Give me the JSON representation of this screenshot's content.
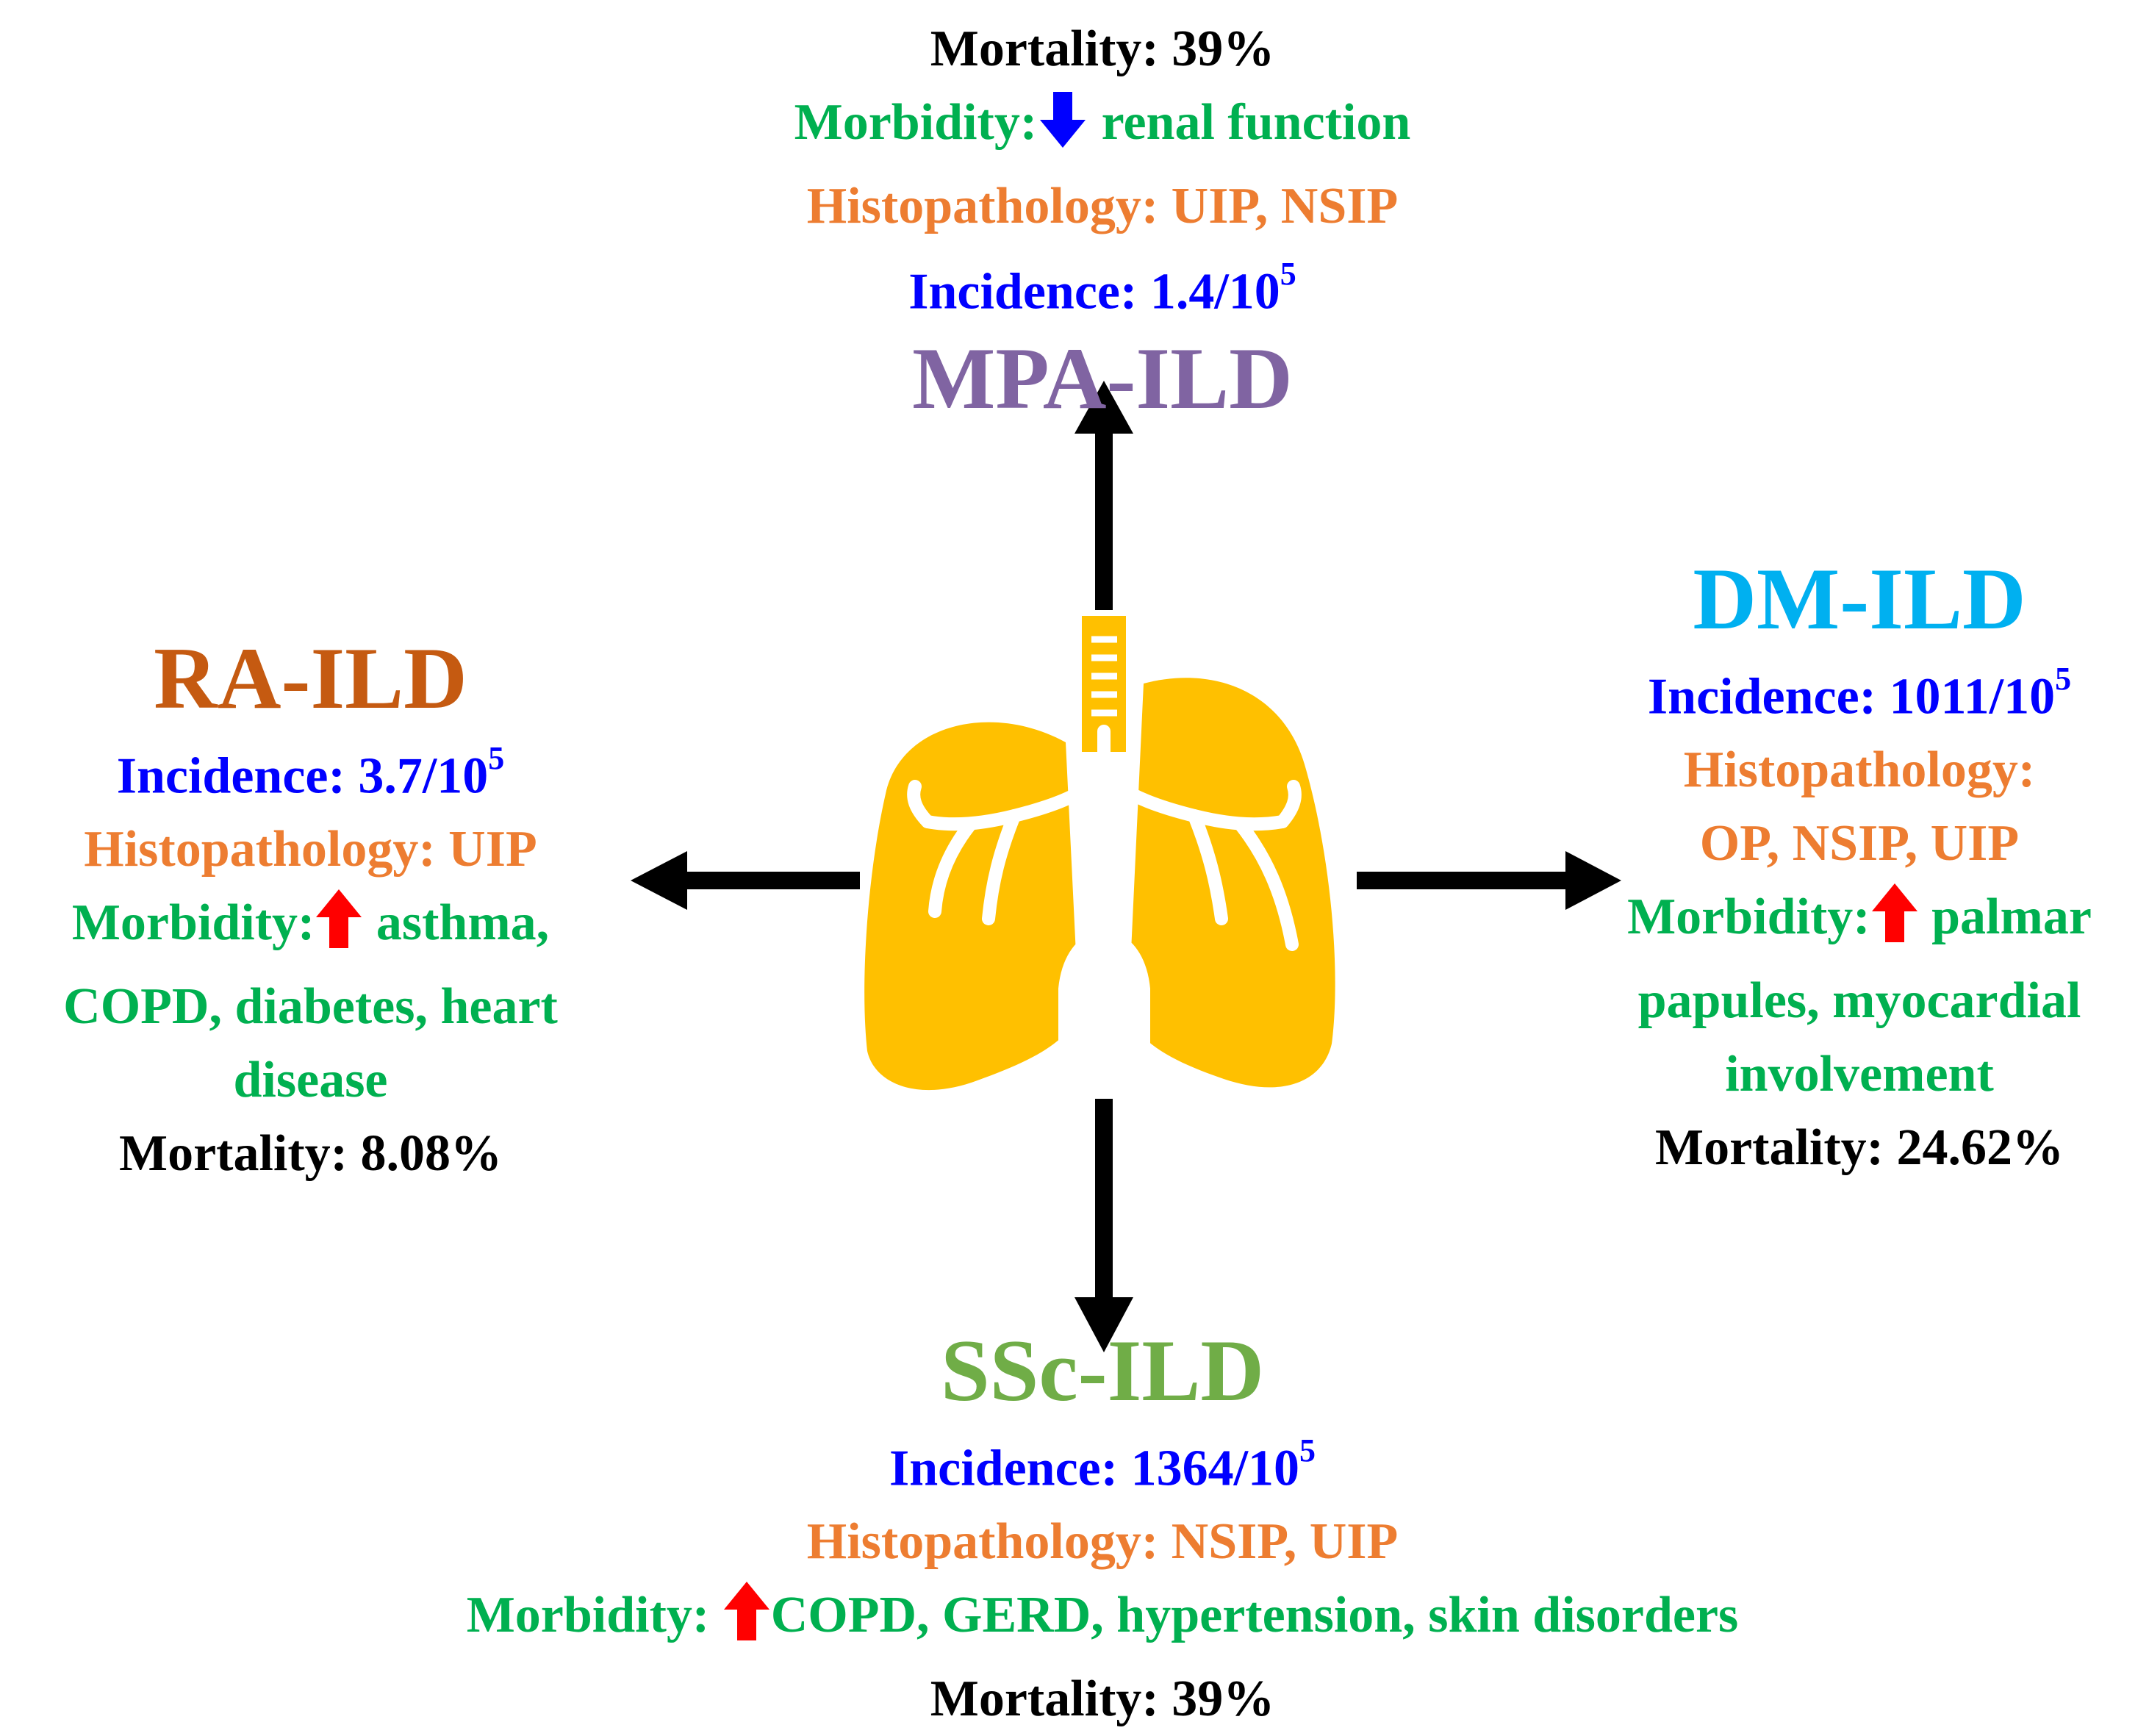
{
  "colors": {
    "black": "#000000",
    "mortality": "#000000",
    "morbidity": "#00b050",
    "histopathology": "#ed7d31",
    "incidence": "#0000ff",
    "mpa_title": "#8064a2",
    "ra_title": "#c55a11",
    "dm_title": "#00b0f0",
    "ssc_title": "#70ad47",
    "lung_fill": "#ffc000",
    "up_arrow": "#ff0000",
    "down_arrow": "#0000ff"
  },
  "center": {
    "icon": "lungs-icon"
  },
  "mpa": {
    "title": "MPA-ILD",
    "mortality_label": "Mortality:",
    "mortality_value": "39%",
    "morbidity_label": "Morbidity:",
    "morbidity_indicator": "down-arrow-icon",
    "morbidity_text": "renal function",
    "histo_label": "Histopathology:",
    "histo_value": "UIP, NSIP",
    "incidence_label": "Incidence:",
    "incidence_value": "1.4/10",
    "incidence_exp": "5"
  },
  "ra": {
    "title": "RA-ILD",
    "incidence_label": "Incidence:",
    "incidence_value": "3.7/10",
    "incidence_exp": "5",
    "histo_label": "Histopathology:",
    "histo_value": "UIP",
    "morbidity_label": "Morbidity:",
    "morbidity_indicator": "up-arrow-icon",
    "morbidity_line1": "asthma,",
    "morbidity_line2": "COPD, diabetes, heart",
    "morbidity_line3": "disease",
    "mortality_label": "Mortality:",
    "mortality_value": "8.08%"
  },
  "dm": {
    "title": "DM-ILD",
    "incidence_label": "Incidence:",
    "incidence_value": "1011/10",
    "incidence_exp": "5",
    "histo_label": "Histopathology:",
    "histo_value": "OP, NSIP, UIP",
    "morbidity_label": "Morbidity:",
    "morbidity_indicator": "up-arrow-icon",
    "morbidity_line1": "palmar",
    "morbidity_line2": "papules, myocardial",
    "morbidity_line3": "involvement",
    "mortality_label": "Mortality:",
    "mortality_value": "24.62%"
  },
  "ssc": {
    "title": "SSc-ILD",
    "incidence_label": "Incidence:",
    "incidence_value": "1364/10",
    "incidence_exp": "5",
    "histo_label": "Histopathology:",
    "histo_value": "NSIP, UIP",
    "morbidity_label": "Morbidity:",
    "morbidity_indicator": "up-arrow-icon",
    "morbidity_text": "COPD, GERD, hypertension, skin disorders",
    "mortality_label": "Mortality:",
    "mortality_value": "39%"
  }
}
